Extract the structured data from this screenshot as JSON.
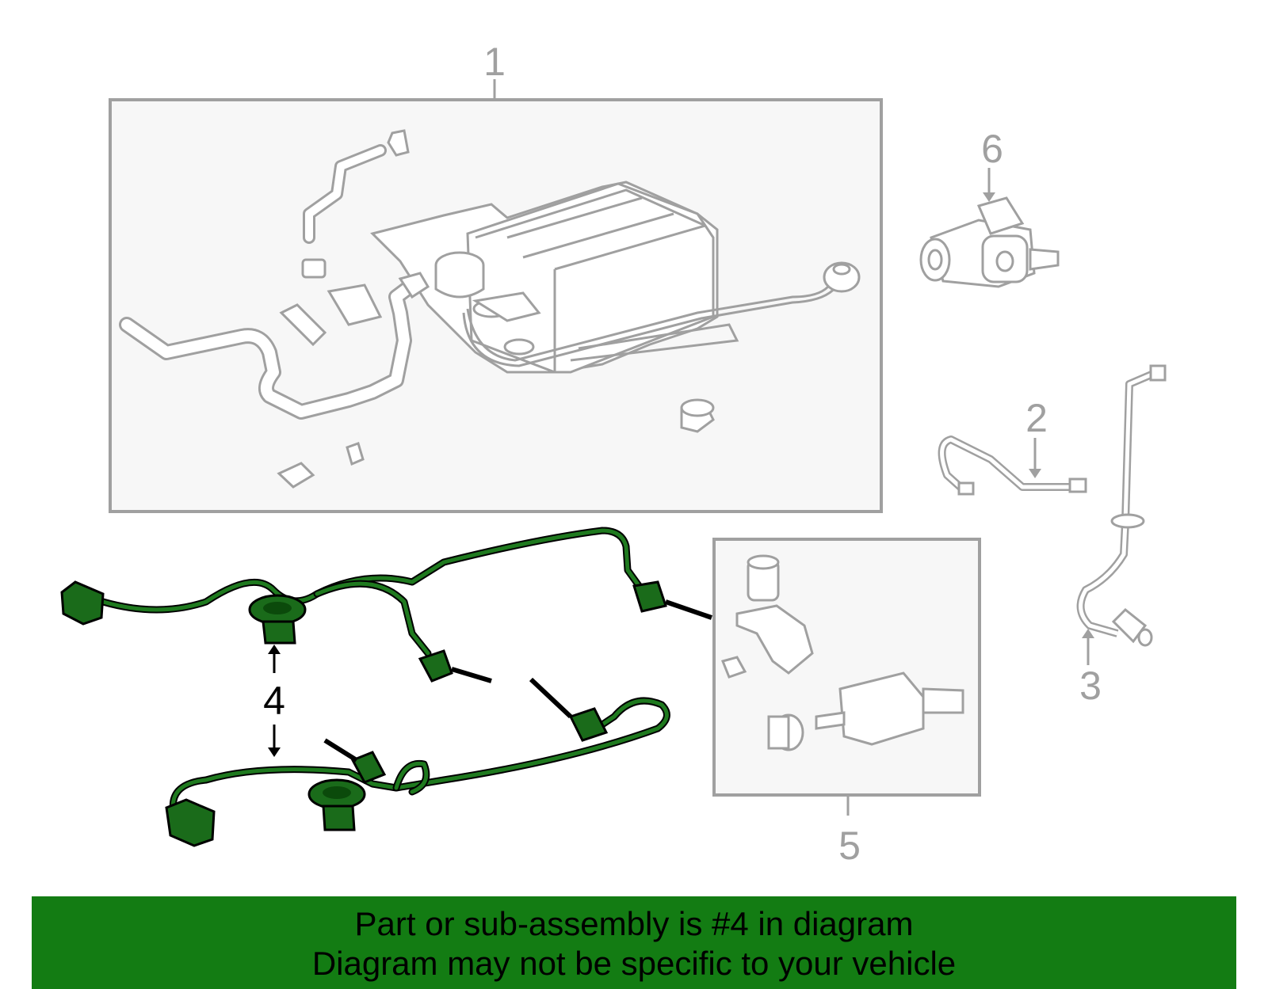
{
  "callouts": {
    "c1": "1",
    "c2": "2",
    "c3": "3",
    "c4": "4",
    "c5": "5",
    "c6": "6"
  },
  "banner": {
    "line1": "Part or sub-assembly is #4 in diagram",
    "line2": "Diagram may not be specific to your vehicle"
  },
  "colors": {
    "highlight_part": "#1a6b1a",
    "banner_background": "#137c13",
    "outline_gray": "#a0a0a0",
    "box_fill": "#f7f7f7"
  },
  "icons": {
    "canister": "charcoal-canister-icon",
    "vsv": "vacuum-switching-valve-icon",
    "hose": "hose-icon",
    "wire_harness": "wire-harness-icon"
  }
}
